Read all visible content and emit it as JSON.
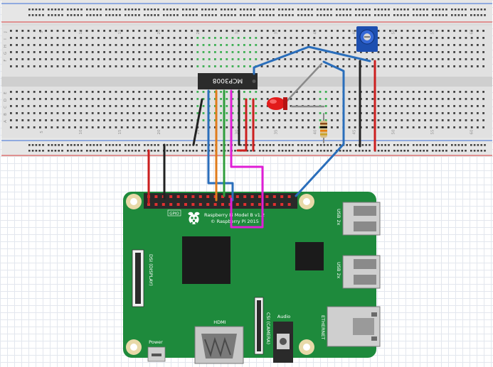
{
  "breadboard": {
    "column_numbers": [
      "5",
      "10",
      "15",
      "20",
      "25",
      "30",
      "35",
      "40",
      "45",
      "50",
      "55",
      "60"
    ],
    "row_letters_left": [
      "J",
      "I",
      "H",
      "G",
      "F",
      "E",
      "D",
      "C",
      "B",
      "A"
    ]
  },
  "components": {
    "adc_chip": {
      "label": "MCP3008"
    },
    "led": {
      "color": "#e21b1b"
    },
    "potentiometer": {
      "color": "#1d4fb0"
    },
    "resistor": {
      "bands": [
        "#8a4b1a",
        "#000000",
        "#e87d0d",
        "#c9a227"
      ]
    }
  },
  "raspberry_pi": {
    "model_label": "Raspberry Pi Model B v1.2",
    "copyright_label": "© Raspberry Pi 2015",
    "gpio_label": "GPIO",
    "dsi_label": "DSI (DISPLAY)",
    "csi_label": "CSI (CAMERA)",
    "hdmi_label": "HDMI",
    "audio_label": "Audio",
    "power_label": "Power",
    "usb_label_1": "USB 2x",
    "usb_label_2": "USB 2x",
    "ethernet_label": "ETHERNET",
    "board_color": "#1e8a3c"
  },
  "wire_colors": {
    "red": "#cc1f1f",
    "black": "#222222",
    "blue": "#2a6ebb",
    "orange": "#e07b1a",
    "green": "#2f9e3c",
    "magenta": "#e01ed6",
    "gray": "#8a8a8a"
  }
}
